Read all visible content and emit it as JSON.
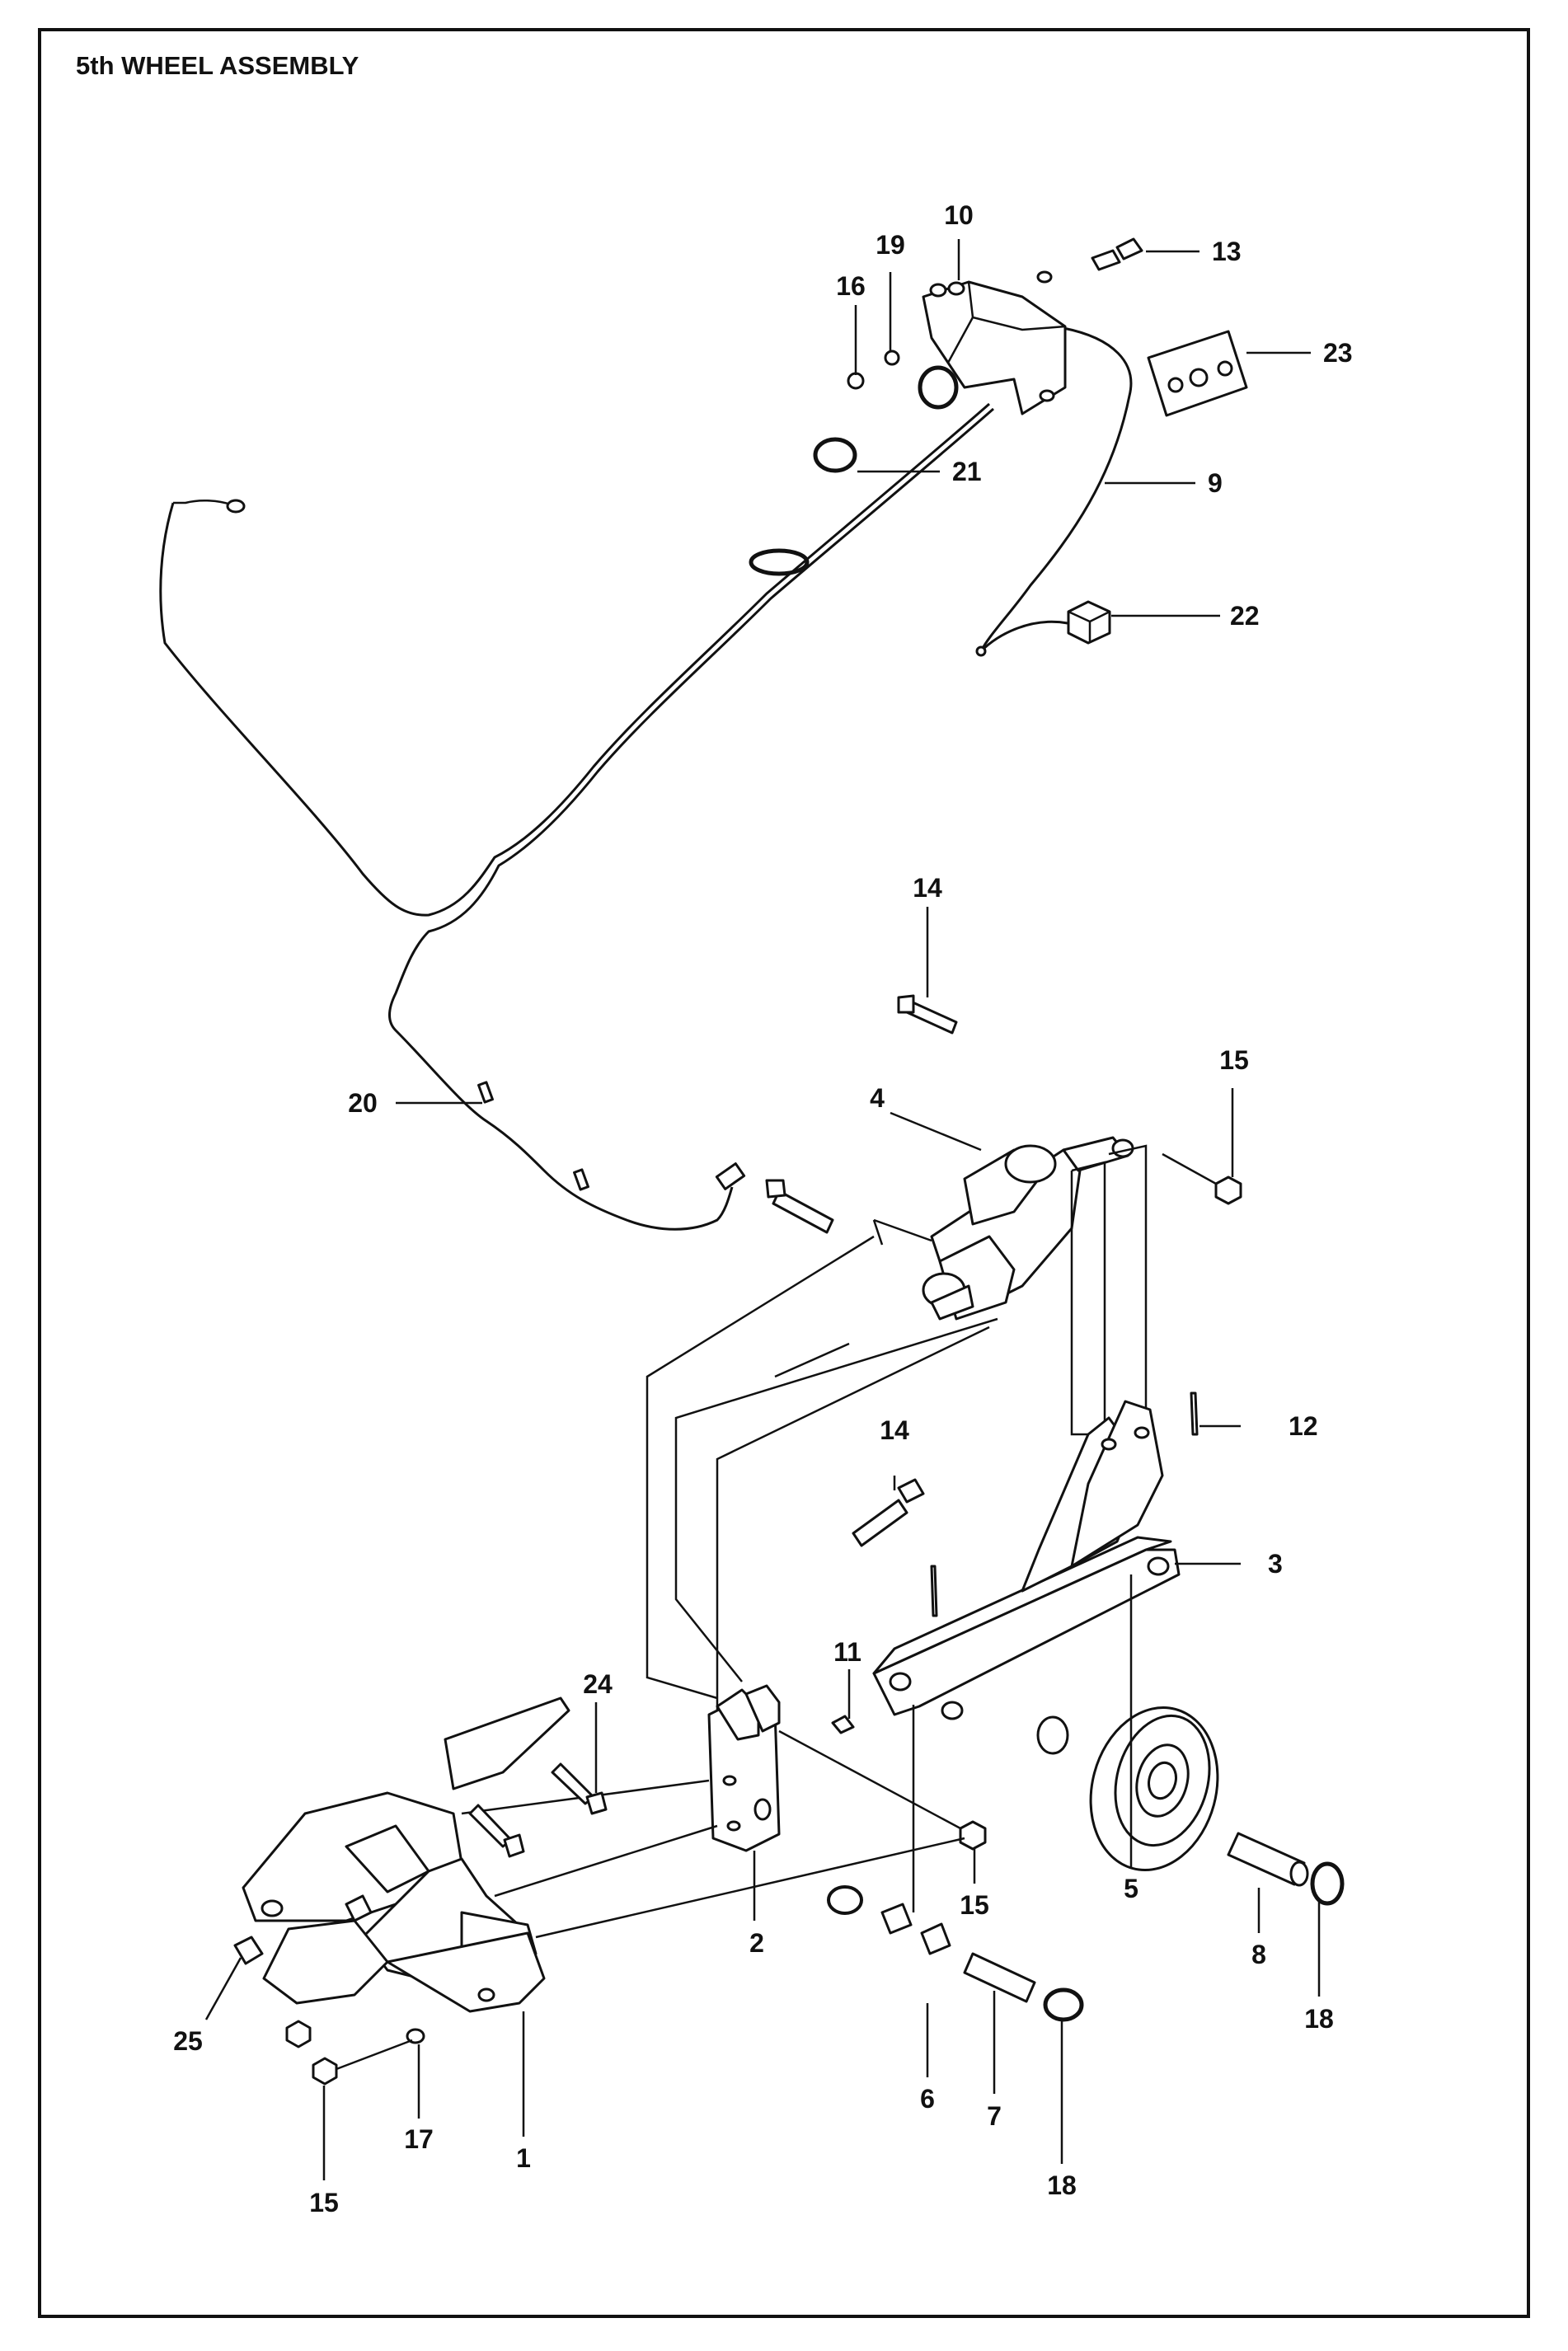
{
  "title": "5th WHEEL ASSEMBLY",
  "callouts": [
    {
      "id": "c10",
      "text": "10"
    },
    {
      "id": "c19",
      "text": "19"
    },
    {
      "id": "c16",
      "text": "16"
    },
    {
      "id": "c13",
      "text": "13"
    },
    {
      "id": "c23",
      "text": "23"
    },
    {
      "id": "c21",
      "text": "21"
    },
    {
      "id": "c9",
      "text": "9"
    },
    {
      "id": "c22",
      "text": "22"
    },
    {
      "id": "c14a",
      "text": "14"
    },
    {
      "id": "c15a",
      "text": "15"
    },
    {
      "id": "c4",
      "text": "4"
    },
    {
      "id": "c20",
      "text": "20"
    },
    {
      "id": "c12",
      "text": "12"
    },
    {
      "id": "c14b",
      "text": "14"
    },
    {
      "id": "c3",
      "text": "3"
    },
    {
      "id": "c11",
      "text": "11"
    },
    {
      "id": "c24",
      "text": "24"
    },
    {
      "id": "c15b",
      "text": "15"
    },
    {
      "id": "c2",
      "text": "2"
    },
    {
      "id": "c5",
      "text": "5"
    },
    {
      "id": "c8",
      "text": "8"
    },
    {
      "id": "c18a",
      "text": "18"
    },
    {
      "id": "c25",
      "text": "25"
    },
    {
      "id": "c6",
      "text": "6"
    },
    {
      "id": "c17",
      "text": "17"
    },
    {
      "id": "c1",
      "text": "1"
    },
    {
      "id": "c7",
      "text": "7"
    },
    {
      "id": "c15c",
      "text": "15"
    },
    {
      "id": "c18b",
      "text": "18"
    }
  ]
}
